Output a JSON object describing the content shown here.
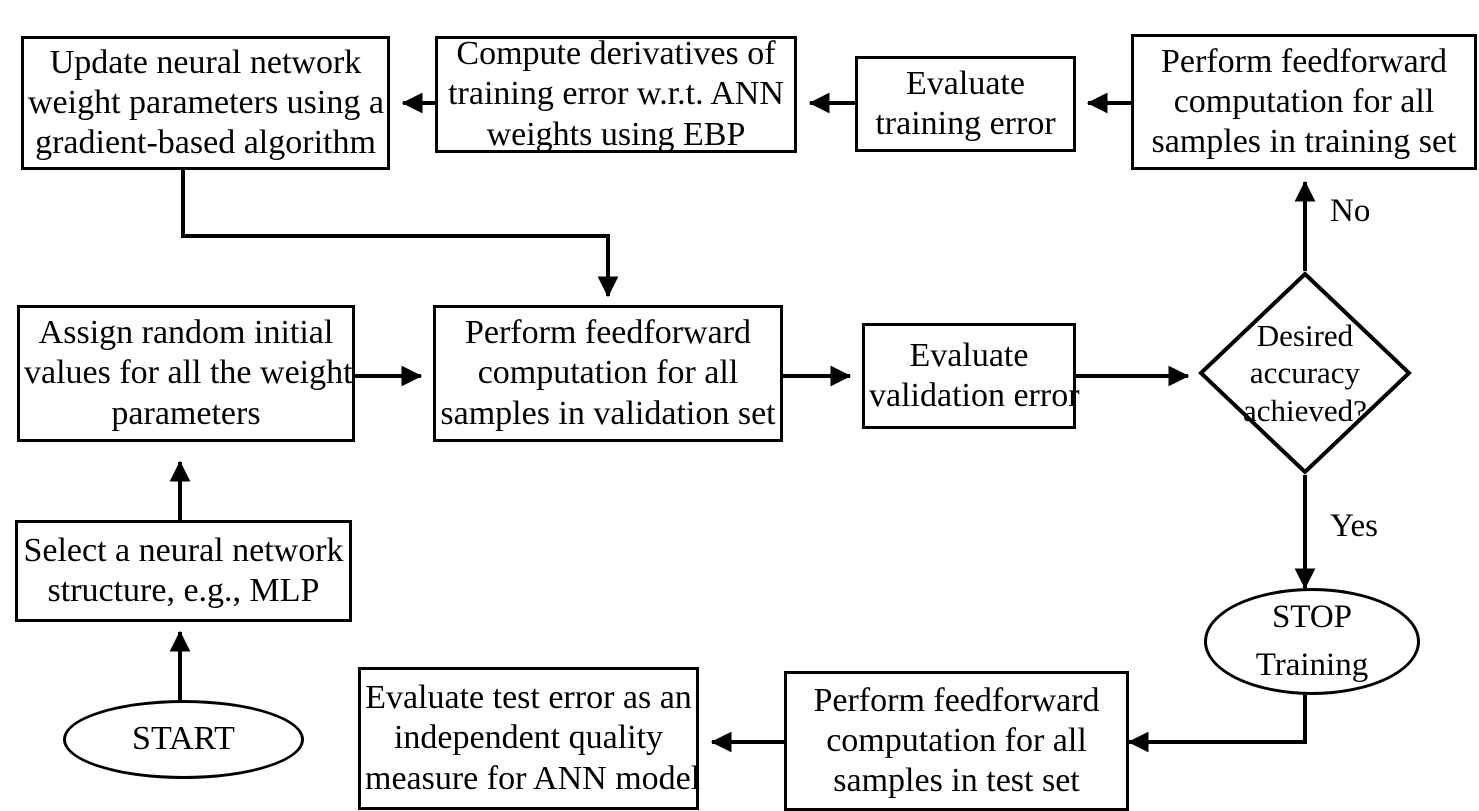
{
  "diagram": {
    "title": "Artificial neural network training flowchart",
    "stroke_color": "#000000",
    "background_color": "#ffffff",
    "nodes": [
      {
        "id": "update-weights",
        "shape": "rectangle",
        "lines": [
          "Update neural network",
          "weight parameters using a",
          "gradient-based algorithm"
        ]
      },
      {
        "id": "compute-derivatives",
        "shape": "rectangle",
        "lines": [
          "Compute derivatives of",
          "training error w.r.t. ANN",
          "weights using EBP"
        ]
      },
      {
        "id": "evaluate-training-error",
        "shape": "rectangle",
        "lines": [
          "Evaluate",
          "training error"
        ]
      },
      {
        "id": "feedforward-training",
        "shape": "rectangle",
        "lines": [
          "Perform feedforward",
          "computation for all",
          "samples in training set"
        ]
      },
      {
        "id": "assign-random-values",
        "shape": "rectangle",
        "lines": [
          "Assign random initial",
          "values for all the weight",
          "parameters"
        ]
      },
      {
        "id": "feedforward-validation",
        "shape": "rectangle",
        "lines": [
          "Perform feedforward",
          "computation for all",
          "samples in validation set"
        ]
      },
      {
        "id": "evaluate-validation-error",
        "shape": "rectangle",
        "lines": [
          "Evaluate",
          "validation error"
        ]
      },
      {
        "id": "desired-accuracy",
        "shape": "diamond",
        "lines": [
          "Desired",
          "accuracy",
          "achieved?"
        ]
      },
      {
        "id": "select-structure",
        "shape": "rectangle",
        "lines": [
          "Select a neural network",
          "structure, e.g., MLP"
        ]
      },
      {
        "id": "start",
        "shape": "ellipse",
        "lines": [
          "START"
        ]
      },
      {
        "id": "stop-training",
        "shape": "ellipse",
        "lines": [
          "STOP",
          "Training"
        ]
      },
      {
        "id": "feedforward-test",
        "shape": "rectangle",
        "lines": [
          "Perform feedforward",
          "computation for all",
          "samples in test set"
        ]
      },
      {
        "id": "evaluate-test-error",
        "shape": "rectangle",
        "lines": [
          "Evaluate test error as an",
          "independent quality",
          "measure for ANN model"
        ]
      }
    ],
    "edge_labels": [
      {
        "id": "branch-no",
        "text": "No"
      },
      {
        "id": "branch-yes",
        "text": "Yes"
      }
    ]
  }
}
